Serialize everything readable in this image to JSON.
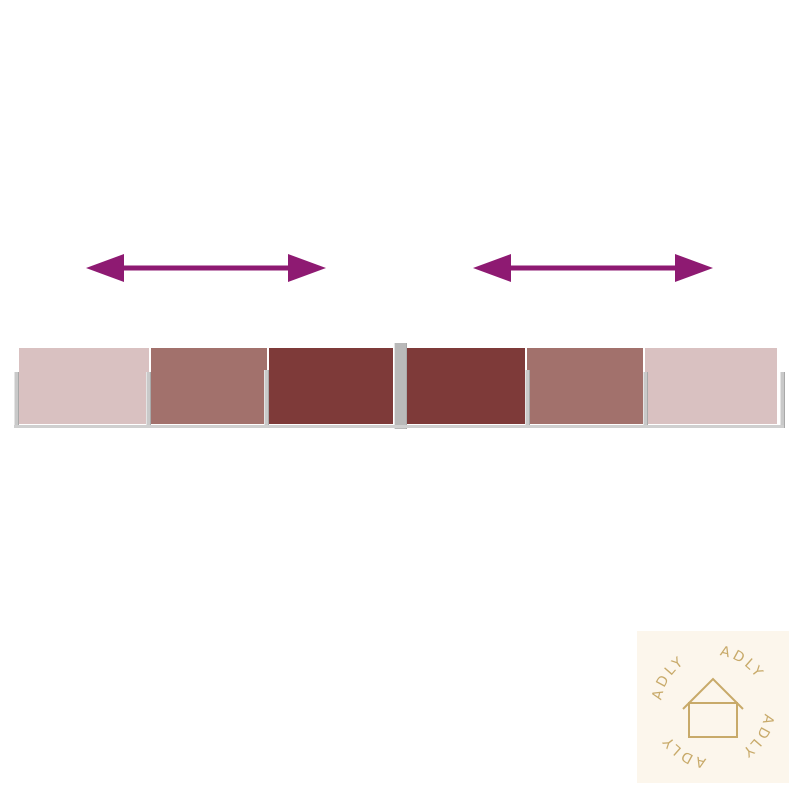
{
  "image": {
    "subject": "double retractable side awning, extended to both sides",
    "colors": {
      "arrow": "#8e1a72",
      "panel_dark": "#7e3a39",
      "panel_mid": "#a2716c",
      "panel_light": "#d9c1c1",
      "post": "#c9c9c9",
      "badge_background": "#fcf6ec",
      "badge_ink": "#c8aa6a"
    },
    "icons": [
      "double-headed-arrow-left",
      "double-headed-arrow-right",
      "house-outline-icon"
    ]
  },
  "watermark": {
    "brand_text": "ADLY"
  }
}
